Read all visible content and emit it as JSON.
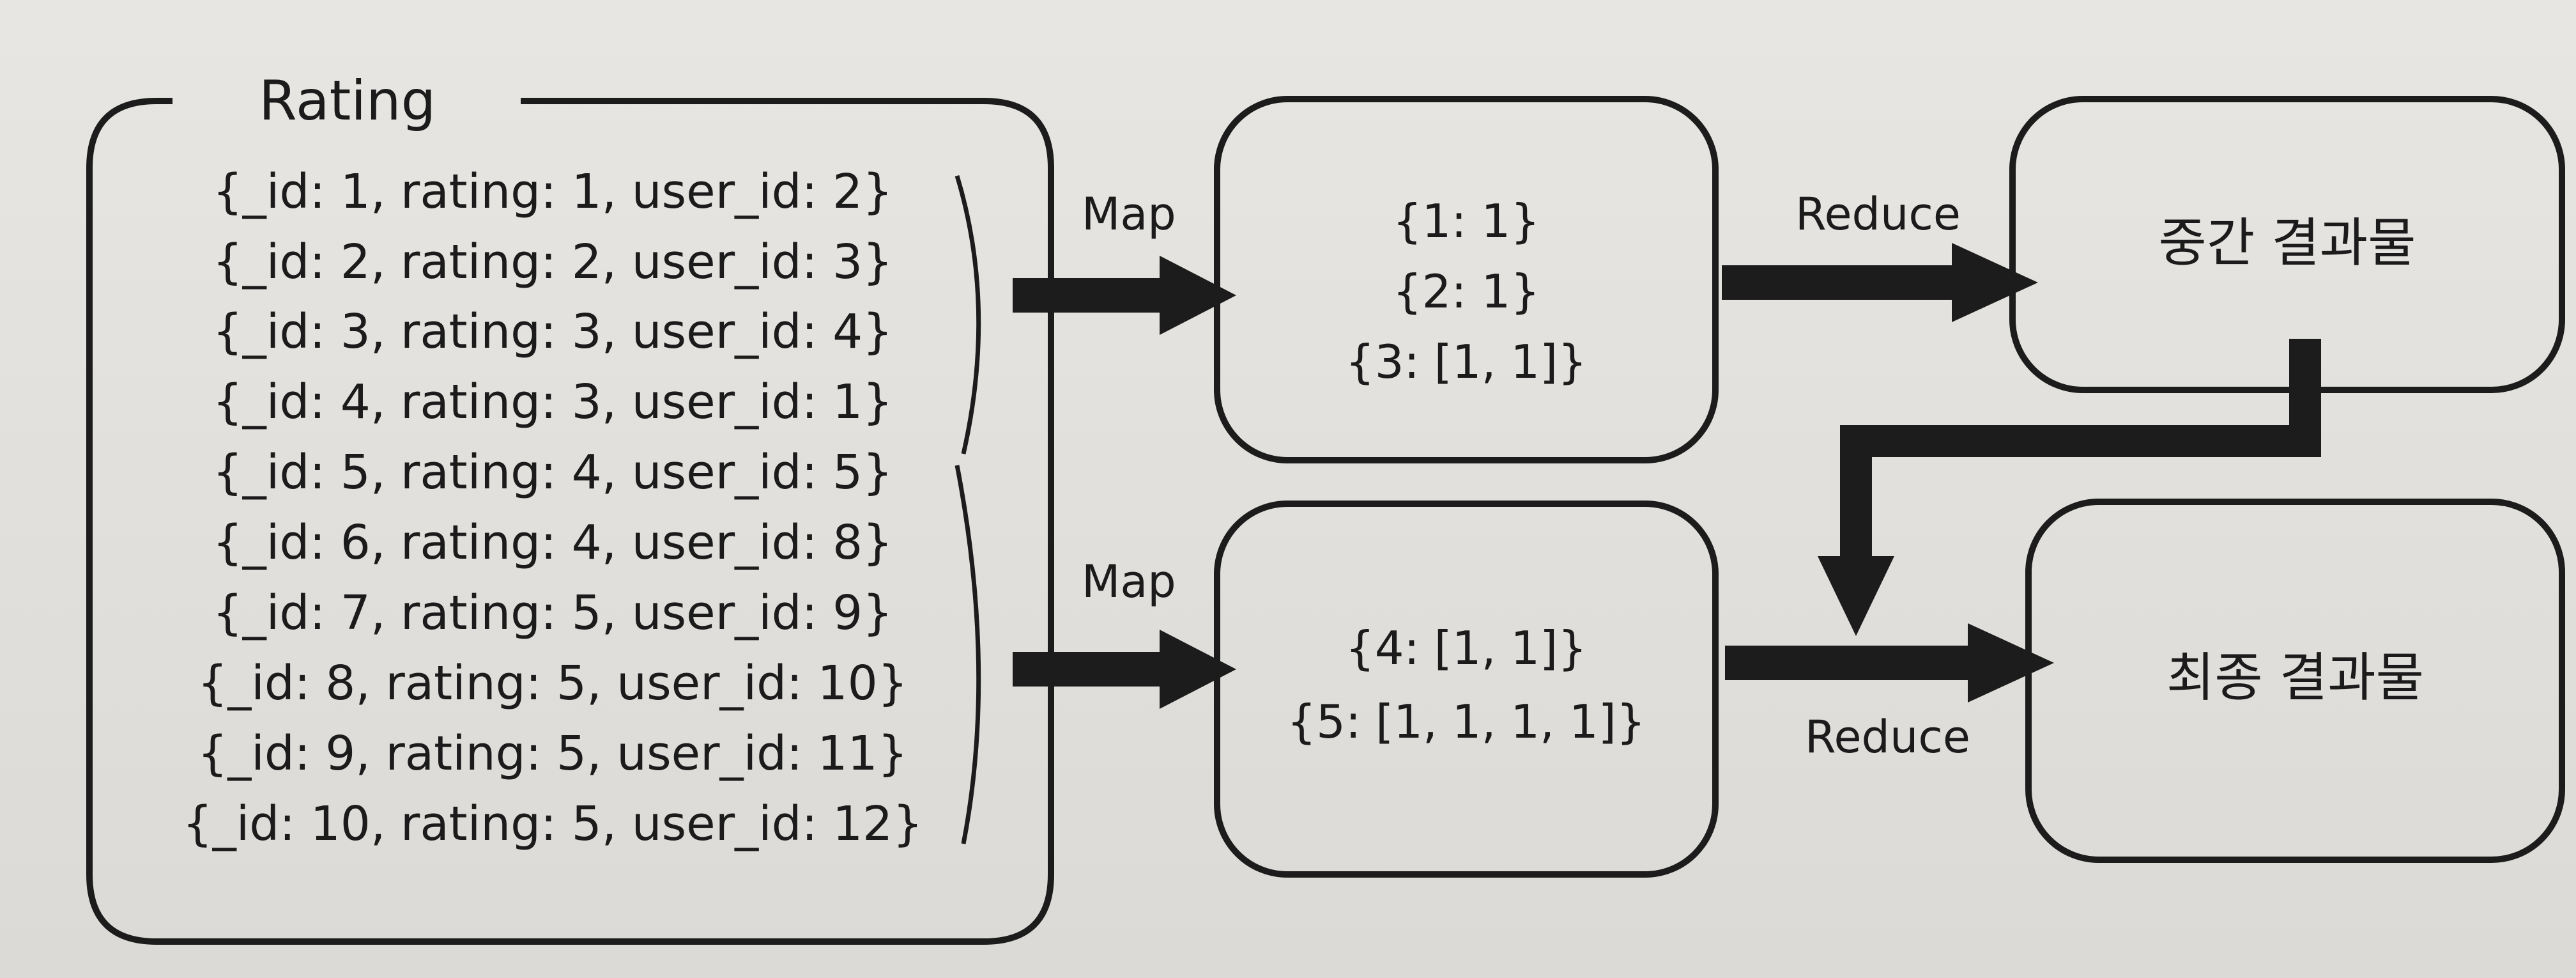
{
  "source": {
    "title": "Rating",
    "records": [
      "{_id: 1, rating: 1, user_id: 2}",
      "{_id: 2, rating: 2, user_id: 3}",
      "{_id: 3, rating: 3, user_id: 4}",
      "{_id: 4, rating: 3, user_id: 1}",
      "{_id: 5, rating: 4, user_id: 5}",
      "{_id: 6, rating: 4, user_id: 8}",
      "{_id: 7, rating: 5, user_id: 9}",
      "{_id: 8, rating: 5, user_id: 10}",
      "{_id: 9, rating: 5, user_id: 11}",
      "{_id: 10, rating: 5, user_id: 12}"
    ]
  },
  "map_labels": [
    "Map",
    "Map"
  ],
  "map_box_1": {
    "lines": [
      "{1: 1}",
      "{2: 1}",
      "{3: [1, 1]}"
    ]
  },
  "map_box_2": {
    "lines": [
      "{4: [1, 1]}",
      "{5: [1, 1, 1, 1]}"
    ]
  },
  "reduce_labels": [
    "Reduce",
    "Reduce"
  ],
  "intermediate_result": "중간 결과물",
  "final_result": "최종 결과물"
}
